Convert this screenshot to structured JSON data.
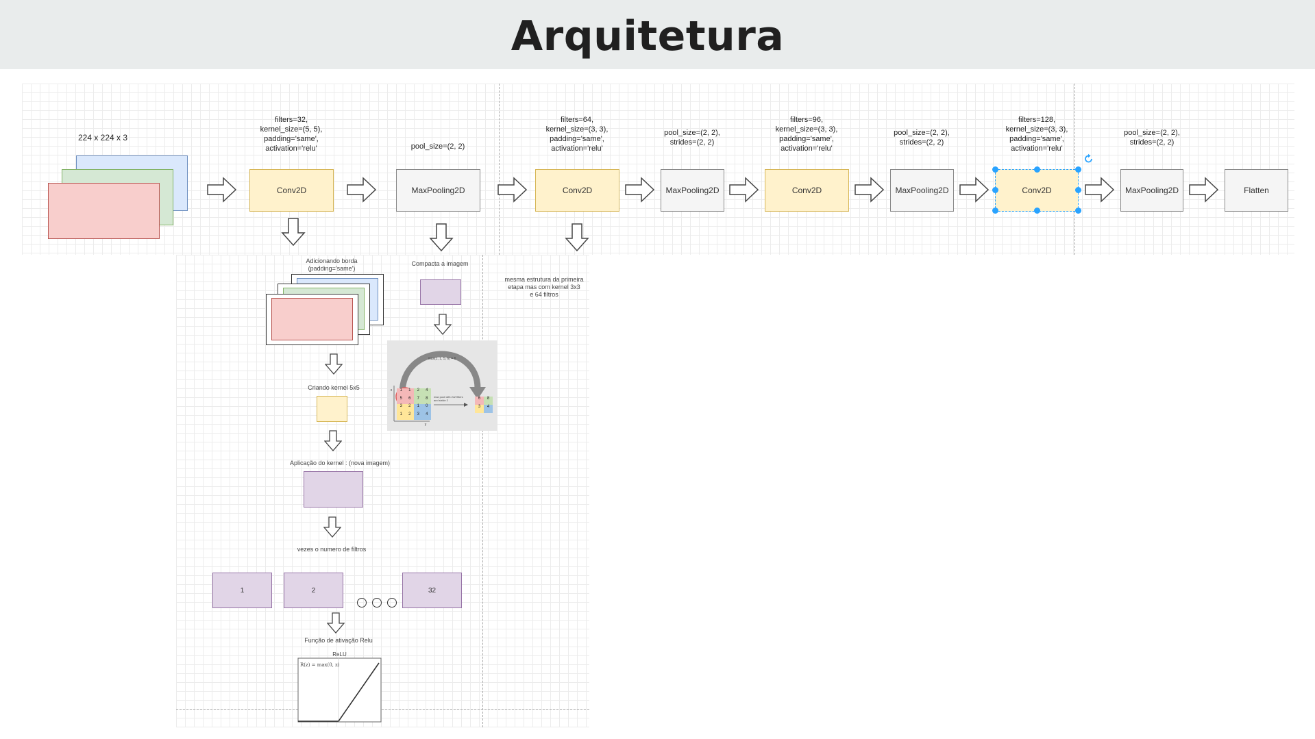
{
  "slide": {
    "title": "Arquitetura"
  },
  "pipeline": {
    "input_label": "224 x 224 x 3",
    "layers": [
      {
        "type": "Conv2D",
        "params": "filters=32,\nkernel_size=(5, 5),\npadding='same',\nactivation='relu'"
      },
      {
        "type": "MaxPooling2D",
        "params": "pool_size=(2, 2)"
      },
      {
        "type": "Conv2D",
        "params": "filters=64,\nkernel_size=(3, 3),\npadding='same',\nactivation='relu'"
      },
      {
        "type": "MaxPooling2D",
        "params": "pool_size=(2, 2),\nstrides=(2, 2)"
      },
      {
        "type": "Conv2D",
        "params": "filters=96,\nkernel_size=(3, 3),\npadding='same',\nactivation='relu'"
      },
      {
        "type": "MaxPooling2D",
        "params": "pool_size=(2, 2),\nstrides=(2, 2)"
      },
      {
        "type": "Conv2D",
        "params": "filters=128,\nkernel_size=(3, 3),\npadding='same',\nactivation='relu'"
      },
      {
        "type": "MaxPooling2D",
        "params": "pool_size=(2, 2),\nstrides=(2, 2)"
      },
      {
        "type": "Flatten",
        "params": ""
      }
    ]
  },
  "detail": {
    "padding_label": "Adicionando borda\n(padding='same')",
    "kernel_label": "Criando kernel 5x5",
    "apply_label": "Aplicação do kernel : (nova imagem)",
    "filters_label": "vezes o numero de filtros",
    "filter_boxes": [
      "1",
      "2",
      "32"
    ],
    "relu_label": "Função de ativação Relu",
    "relu_chart_title": "ReLU",
    "relu_formula": "R(z) = max(0, z)",
    "compact_label": "Compacta a imagem",
    "maxpool_caption": "max(1, 1, 5, 6) = 6",
    "maxpool_arrow_text": "max pool with 2x2 filters\nand stride 2",
    "maxpool_x_axis": "x",
    "maxpool_y_axis": "y",
    "maxpool_input": [
      "1",
      "1",
      "2",
      "4",
      "5",
      "6",
      "7",
      "8",
      "3",
      "2",
      "1",
      "0",
      "1",
      "2",
      "3",
      "4"
    ],
    "maxpool_output": [
      "6",
      "8",
      "3",
      "4"
    ],
    "second_stage_note": "mesma estrutura da primeira\netapa mas com kernel 3x3\ne 64 filtros"
  },
  "colors": {
    "conv_fill": "#fff2cc",
    "conv_stroke": "#d6b656",
    "pool_fill": "#f5f5f5",
    "pool_stroke": "#888888",
    "image_red": "#f8cecc",
    "image_green": "#d5e8d4",
    "image_blue": "#dae8fc",
    "pool_purple": "#e1d5e7",
    "selection": "#29a3ff"
  }
}
